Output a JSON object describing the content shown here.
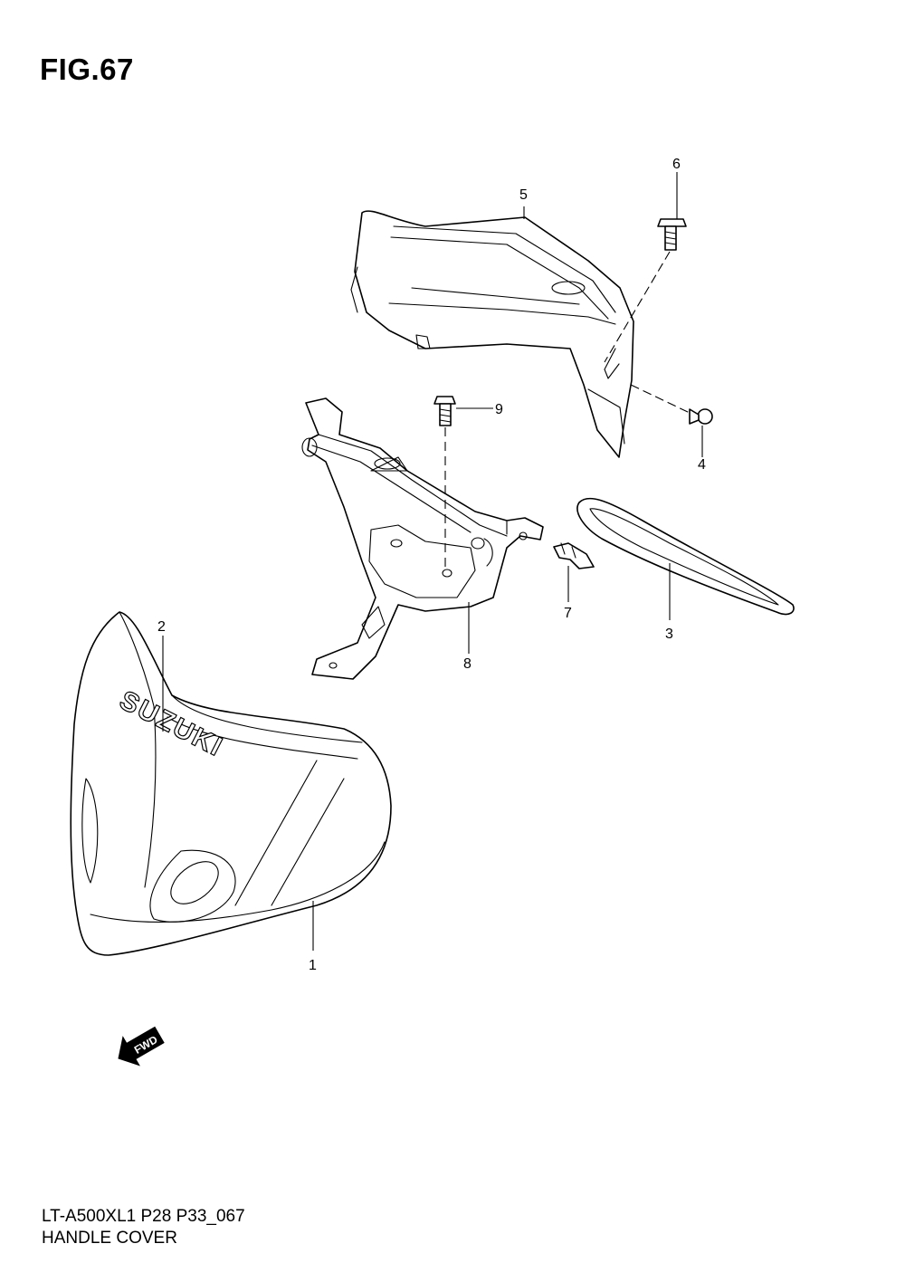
{
  "figure": {
    "title": "FIG.67",
    "model_code": "LT-A500XL1  P28  P33_067",
    "section_name": "HANDLE COVER"
  },
  "callouts": [
    {
      "id": "1",
      "label": "1"
    },
    {
      "id": "2",
      "label": "2"
    },
    {
      "id": "3",
      "label": "3"
    },
    {
      "id": "4",
      "label": "4"
    },
    {
      "id": "5",
      "label": "5"
    },
    {
      "id": "6",
      "label": "6"
    },
    {
      "id": "7",
      "label": "7"
    },
    {
      "id": "8",
      "label": "8"
    },
    {
      "id": "9",
      "label": "9"
    }
  ],
  "decals": {
    "emblem_text": "SUZUKI",
    "direction_arrow_text": "FWD"
  }
}
